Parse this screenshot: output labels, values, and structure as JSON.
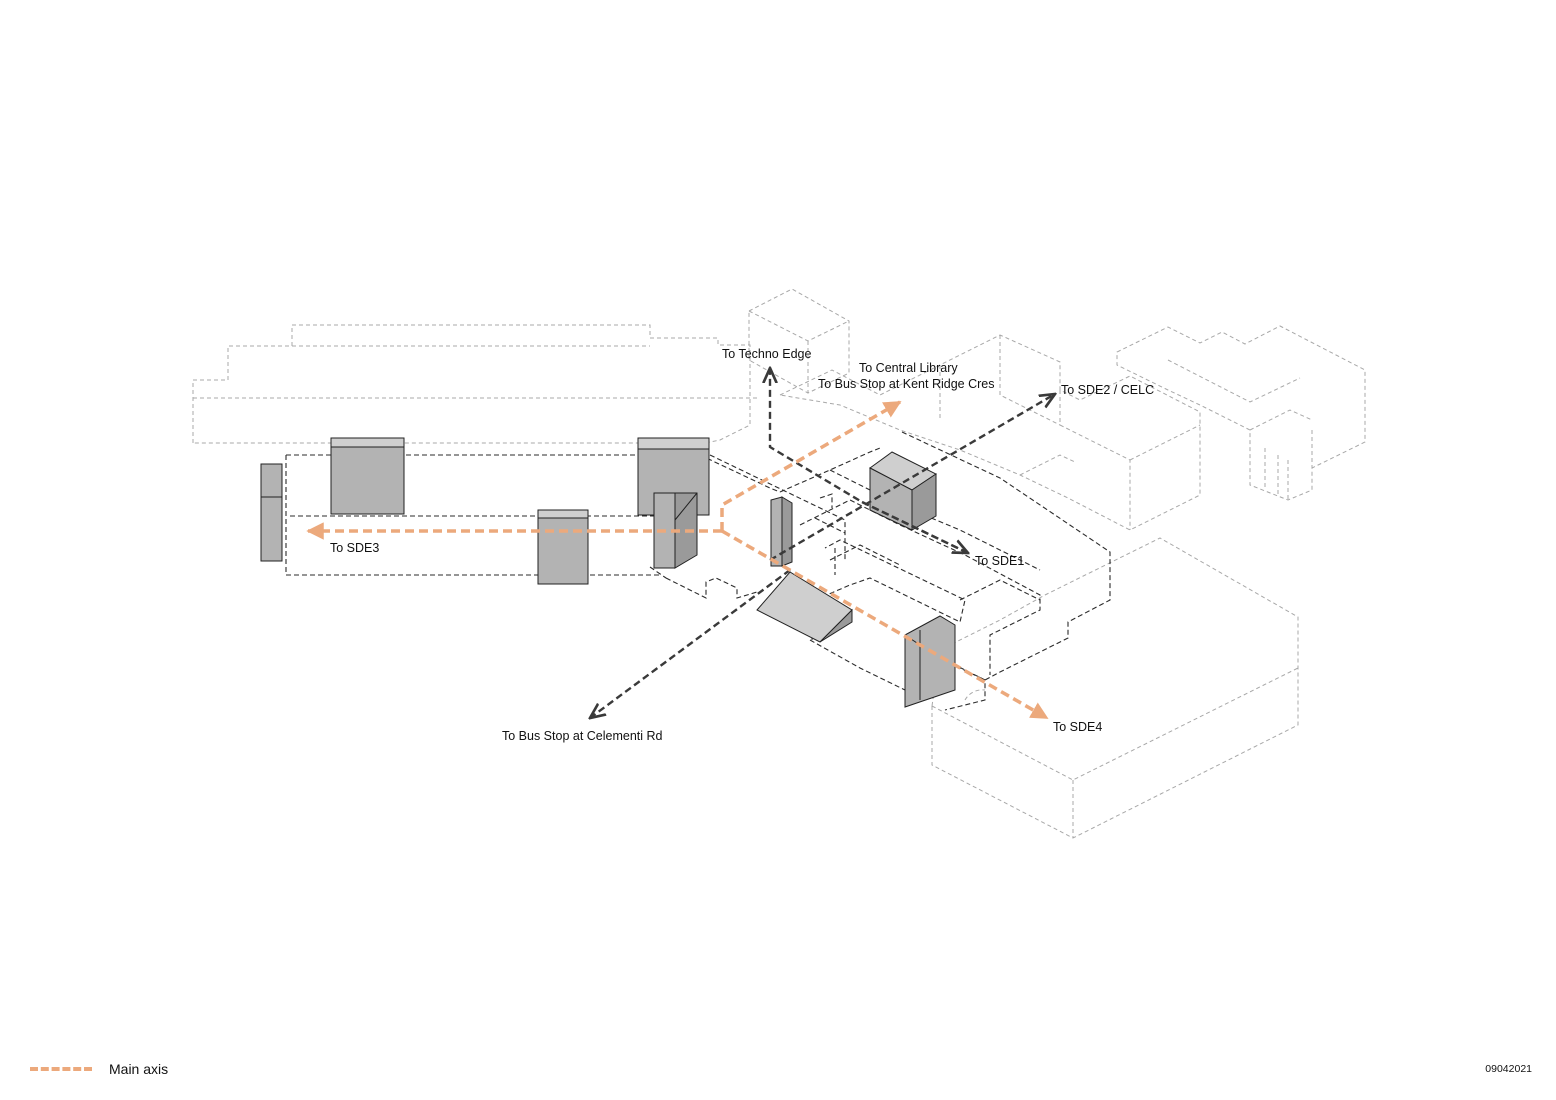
{
  "labels": {
    "techno_edge": "To Techno Edge",
    "central_library": "To Central Library",
    "bus_stop_kent_ridge": "To Bus Stop at Kent Ridge Cres",
    "sde2_celc": "To SDE2 / CELC",
    "sde3": "To SDE3",
    "sde1": "To SDE1",
    "sde4": "To SDE4",
    "bus_stop_clementi": "To Bus Stop at Celementi Rd"
  },
  "legend": {
    "label": "Main axis",
    "color": "#eca97c"
  },
  "stamp": "09042021",
  "colors": {
    "main_axis": "#eca97c",
    "secondary_route": "#3a3a3a",
    "block_fill": "#b3b3b3"
  }
}
